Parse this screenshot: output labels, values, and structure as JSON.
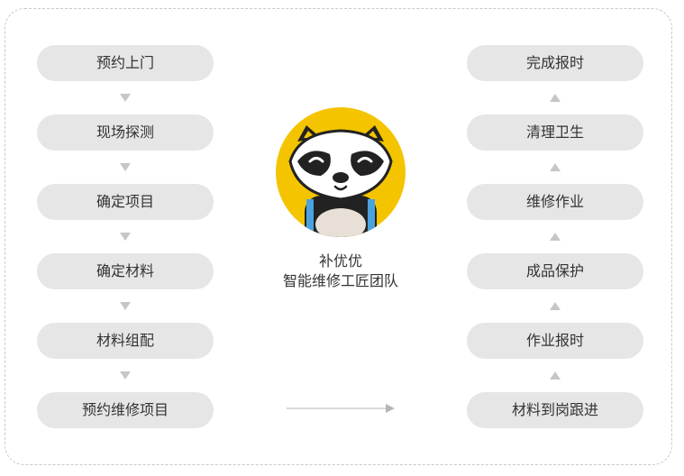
{
  "left_steps": [
    "预约上门",
    "现场探测",
    "确定项目",
    "确定材料",
    "材料组配",
    "预约维修项目"
  ],
  "right_steps": [
    "完成报时",
    "清理卫生",
    "维修作业",
    "成品保护",
    "作业报时",
    "材料到岗跟进"
  ],
  "brand": {
    "name": "补优优",
    "tagline": "智能维修工匠团队"
  },
  "colors": {
    "pill": "#e6e6e6",
    "arrow": "#c6c6c6",
    "logo_yellow": "#f4c400"
  },
  "icons": {
    "logo": "raccoon-mascot-icon"
  }
}
